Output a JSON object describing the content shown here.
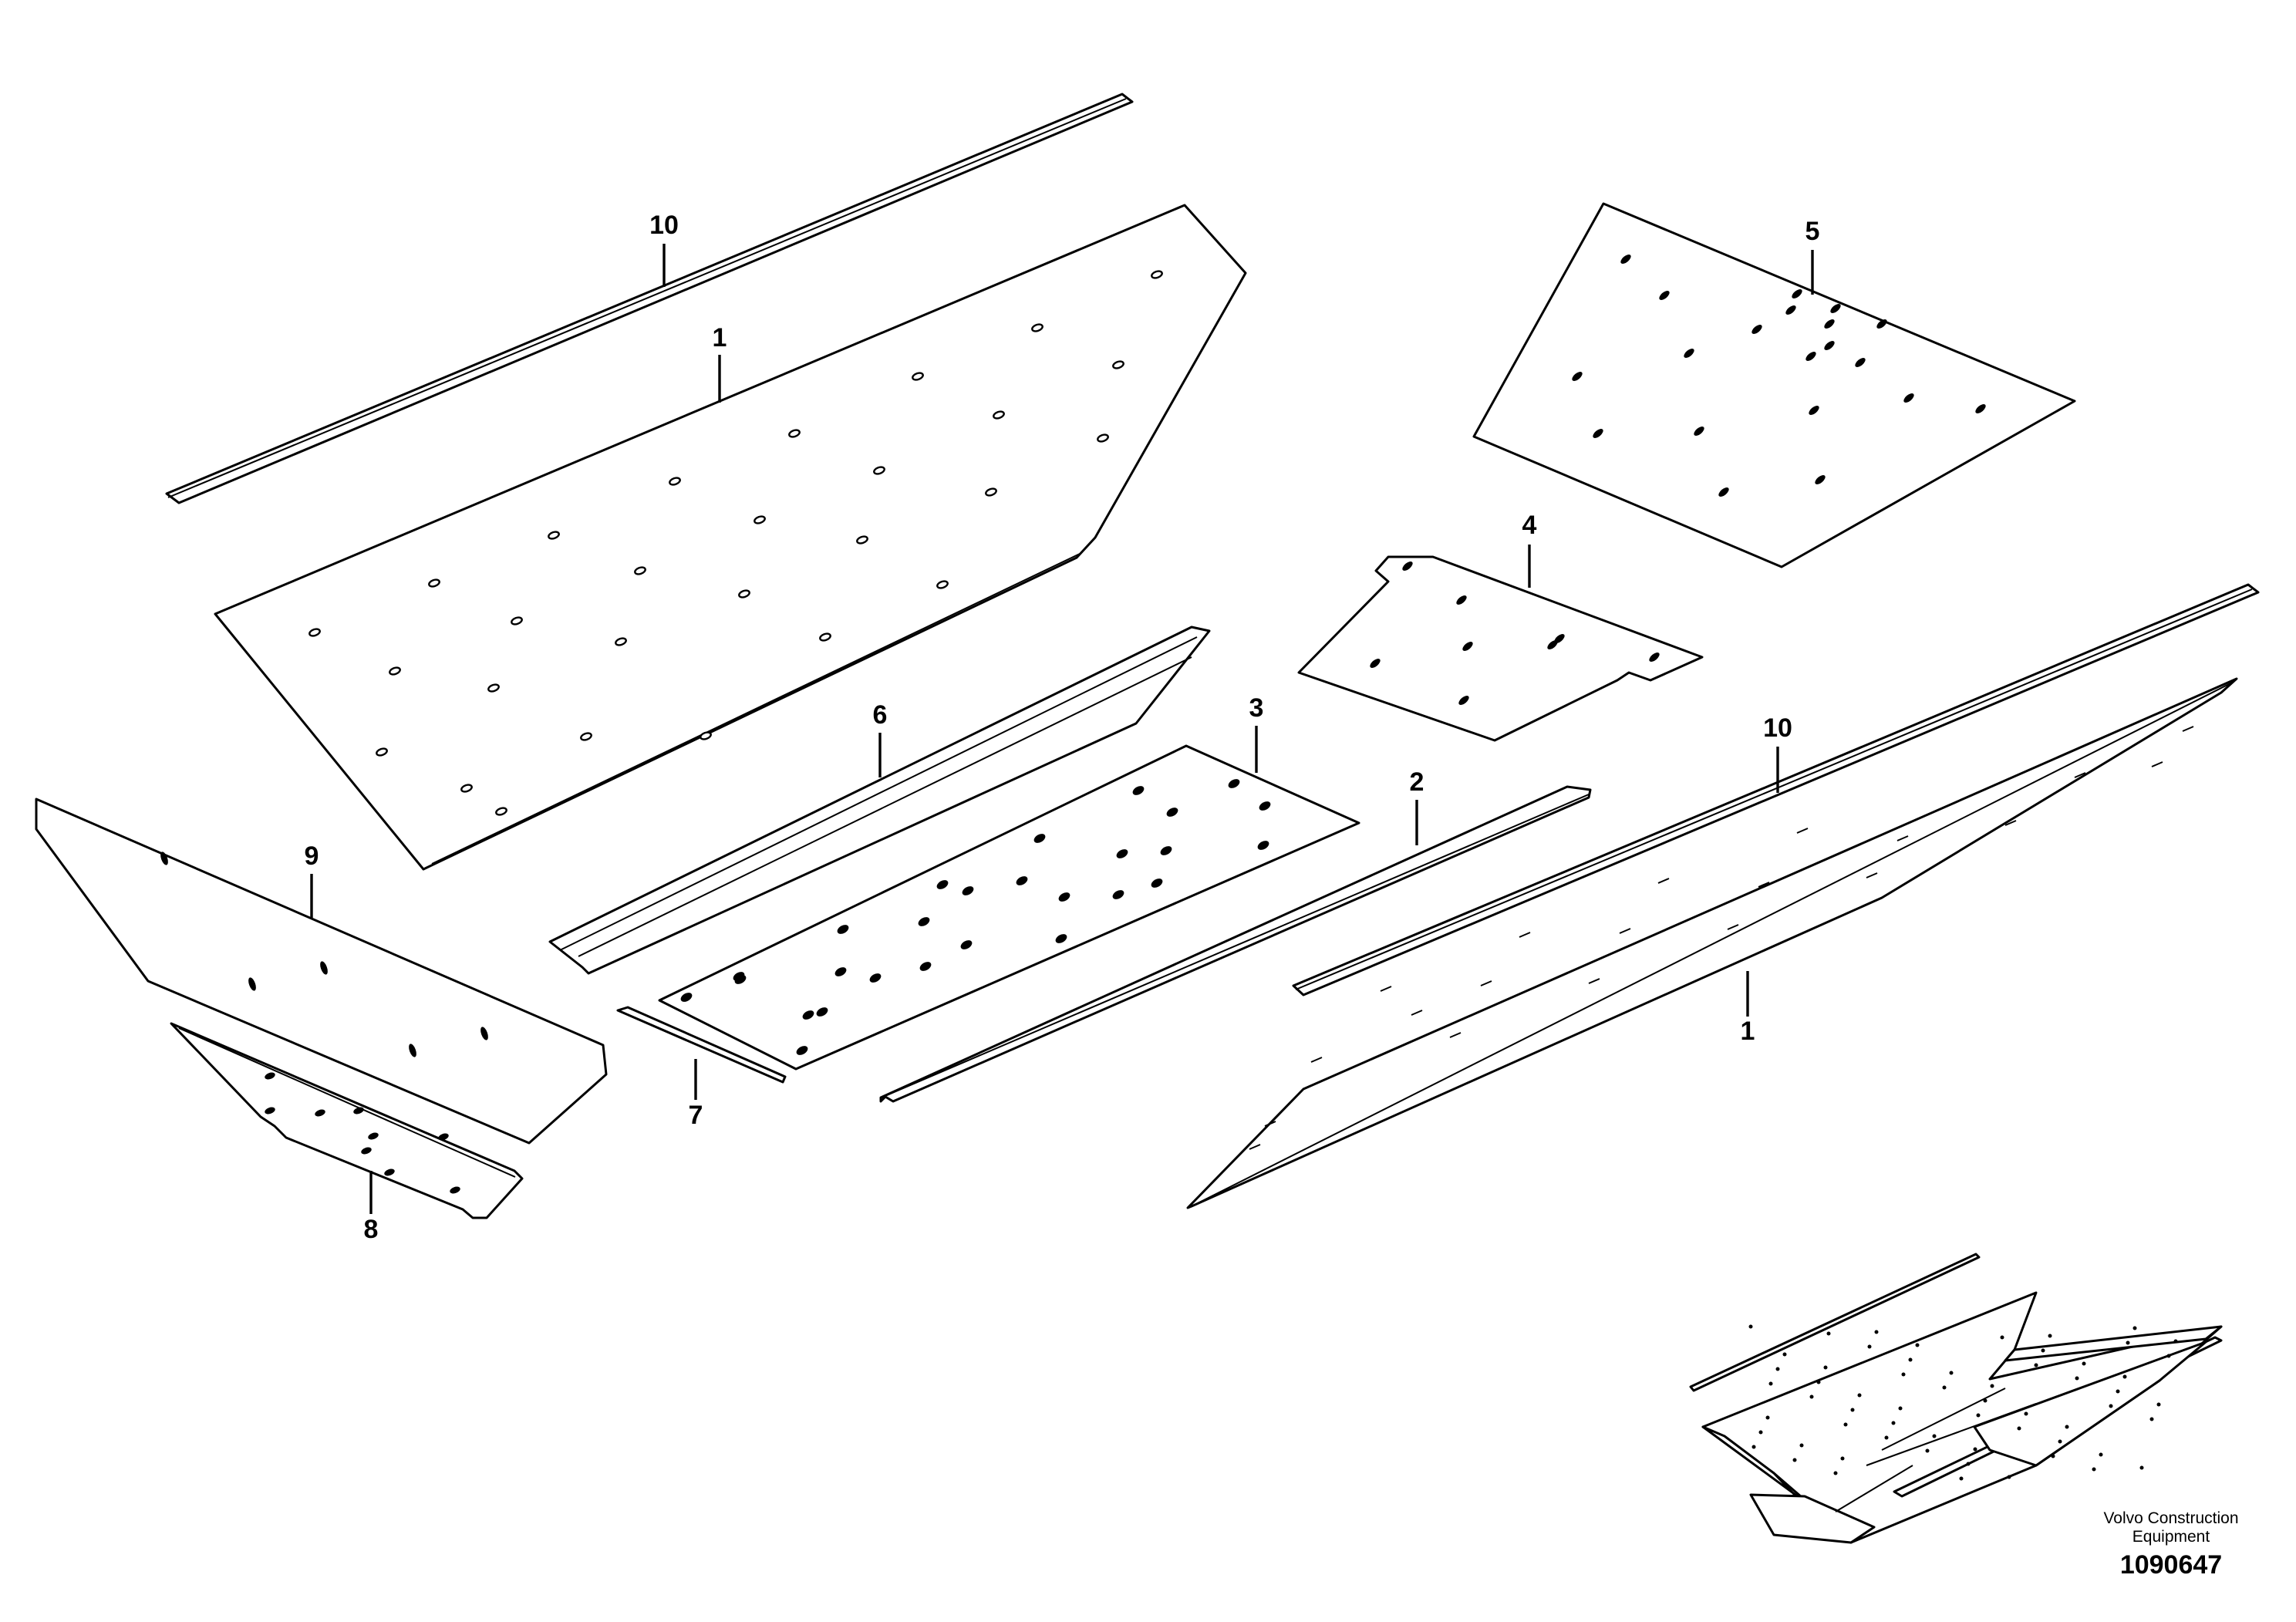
{
  "callouts": {
    "c10_top": "10",
    "c1_top": "1",
    "c5": "5",
    "c4": "4",
    "c6": "6",
    "c3": "3",
    "c2": "2",
    "c10_right": "10",
    "c1_right": "1",
    "c9": "9",
    "c7": "7",
    "c8": "8"
  },
  "footer": {
    "brand_line1": "Volvo Construction",
    "brand_line2": "Equipment",
    "drawing_number": "1090647"
  }
}
